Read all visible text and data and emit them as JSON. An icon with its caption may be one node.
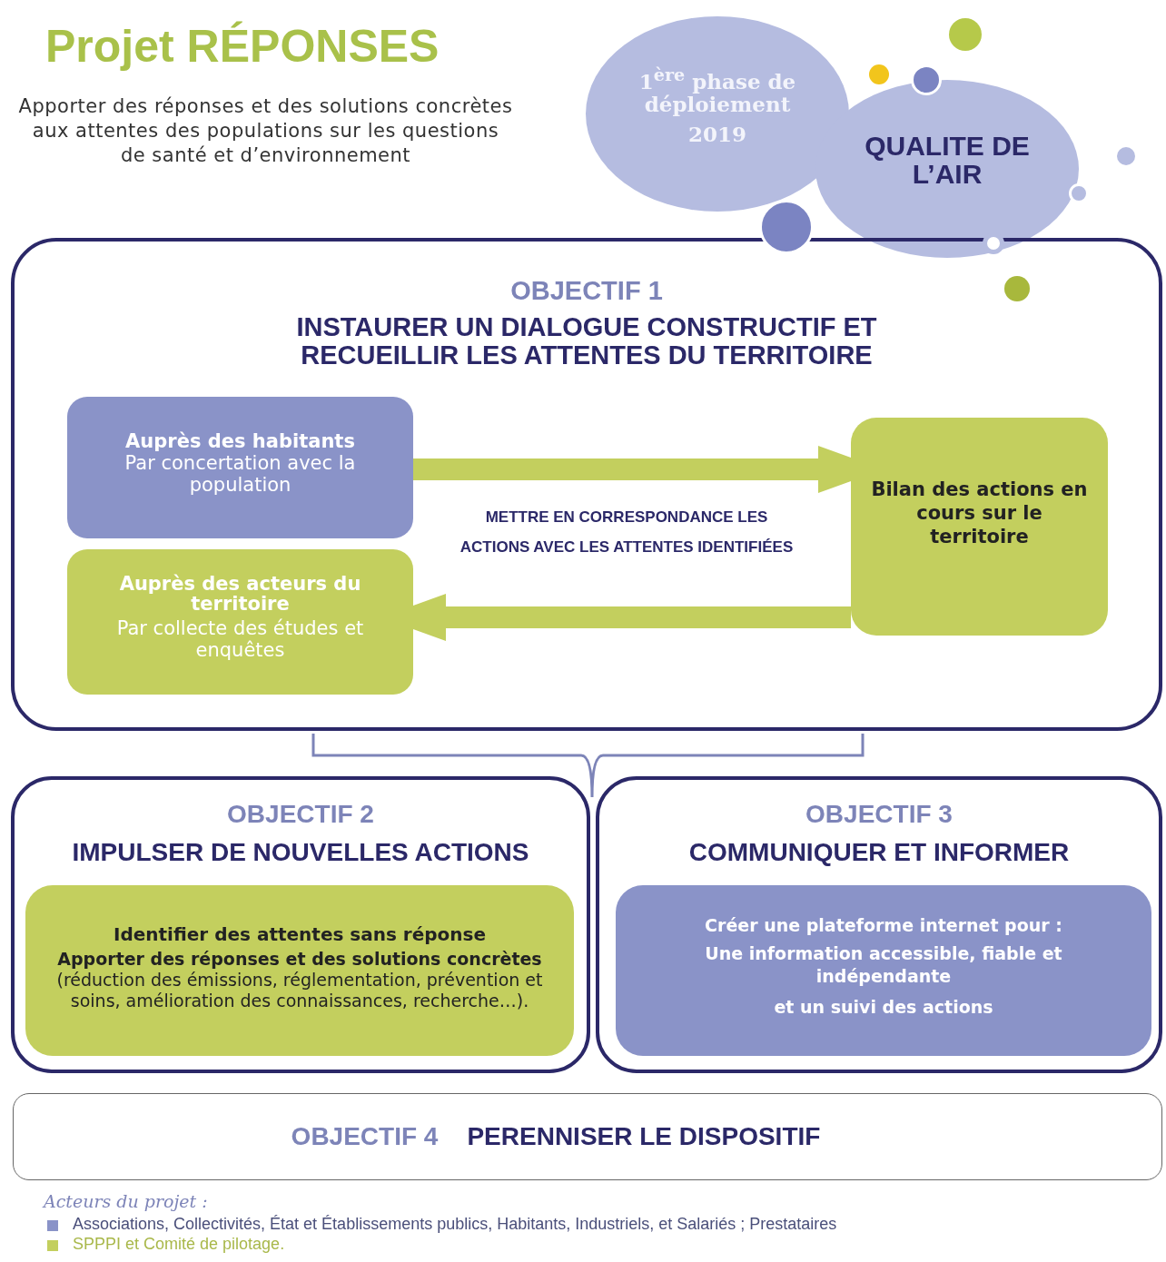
{
  "diagram": {
    "title": "Projet RÉPONSES",
    "nodes": [
      {
        "text": [
          "1$^{ère}$ phase de déploiement",
          "2019"
        ]
      },
      {
        "text": [
          "QUALITE DE L’AIR"
        ]
      },
      {
        "text": [
          "OBJECTIF 1",
          "INSTAURER UN DIALOGUE CONSTRUCTIF ET RECUEILLIR LES ATTENTES DU TERRITOIRE"
        ]
      },
      {
        "text": [
          "Auprès des habitants",
          "Par concertation avec la population"
        ],
        "in": 2
      },
      {
        "text": [
          "Auprès des acteurs du territoire",
          "Par collecte des études et enquêtes"
        ],
        "in": 2
      },
      {
        "text": [
          "Bilan des actions en cours sur le territoire"
        ],
        "in": 2
      },
      {
        "text": [
          "OBJECTIF 2",
          "IMPULSER DE NOUVELLES ACTIONS"
        ]
      },
      {
        "text": [
          "Identifier des attentes sans réponse",
          "**Apporter des réponses et des solutions concrètes** (réduction des émissions, réglementation, prévention et soins, amélioration des connaissances, recherche…)."
        ],
        "in": 6
      },
      {
        "text": [
          "OBJECTIF 3",
          "COMMUNIQUER ET INFORMER"
        ]
      },
      {
        "text": [
          "Créer une plateforme internet pour :",
          "Une information accessible, fiable et indépendante",
          "et un suivi des actions"
        ],
        "in": 8
      },
      {
        "text": [
          "OBJECTIF 4",
          "PERENNISER LE DISPOSITIF"
        ]
      }
    ],
    "edges": [
      {
        "from": 3,
        "to": 5,
        "arrow": "to"
      },
      {
        "from": 5,
        "to": 4,
        "arrow": "to"
      }
    ],
    "labels": [
      "Apporter des réponses et des solutions concrètes aux attentes des populations sur les questions de santé et d’environnement",
      "METTRE EN CORRESPONDANCE LES ACTIONS AVEC LES ATTENTES IDENTIFIÉES",
      "Acteurs du projet :"
    ],
    "legend": [
      {
        "text": "Associations, Collectivités, État et Établissements publics, Habitants, Industriels, et Salariés ; Prestataires",
        "color": "#8a93c8"
      },
      {
        "text": "SPPPI et Comité de pilotage.",
        "color": "#c3cf5e"
      }
    ]
  }
}
